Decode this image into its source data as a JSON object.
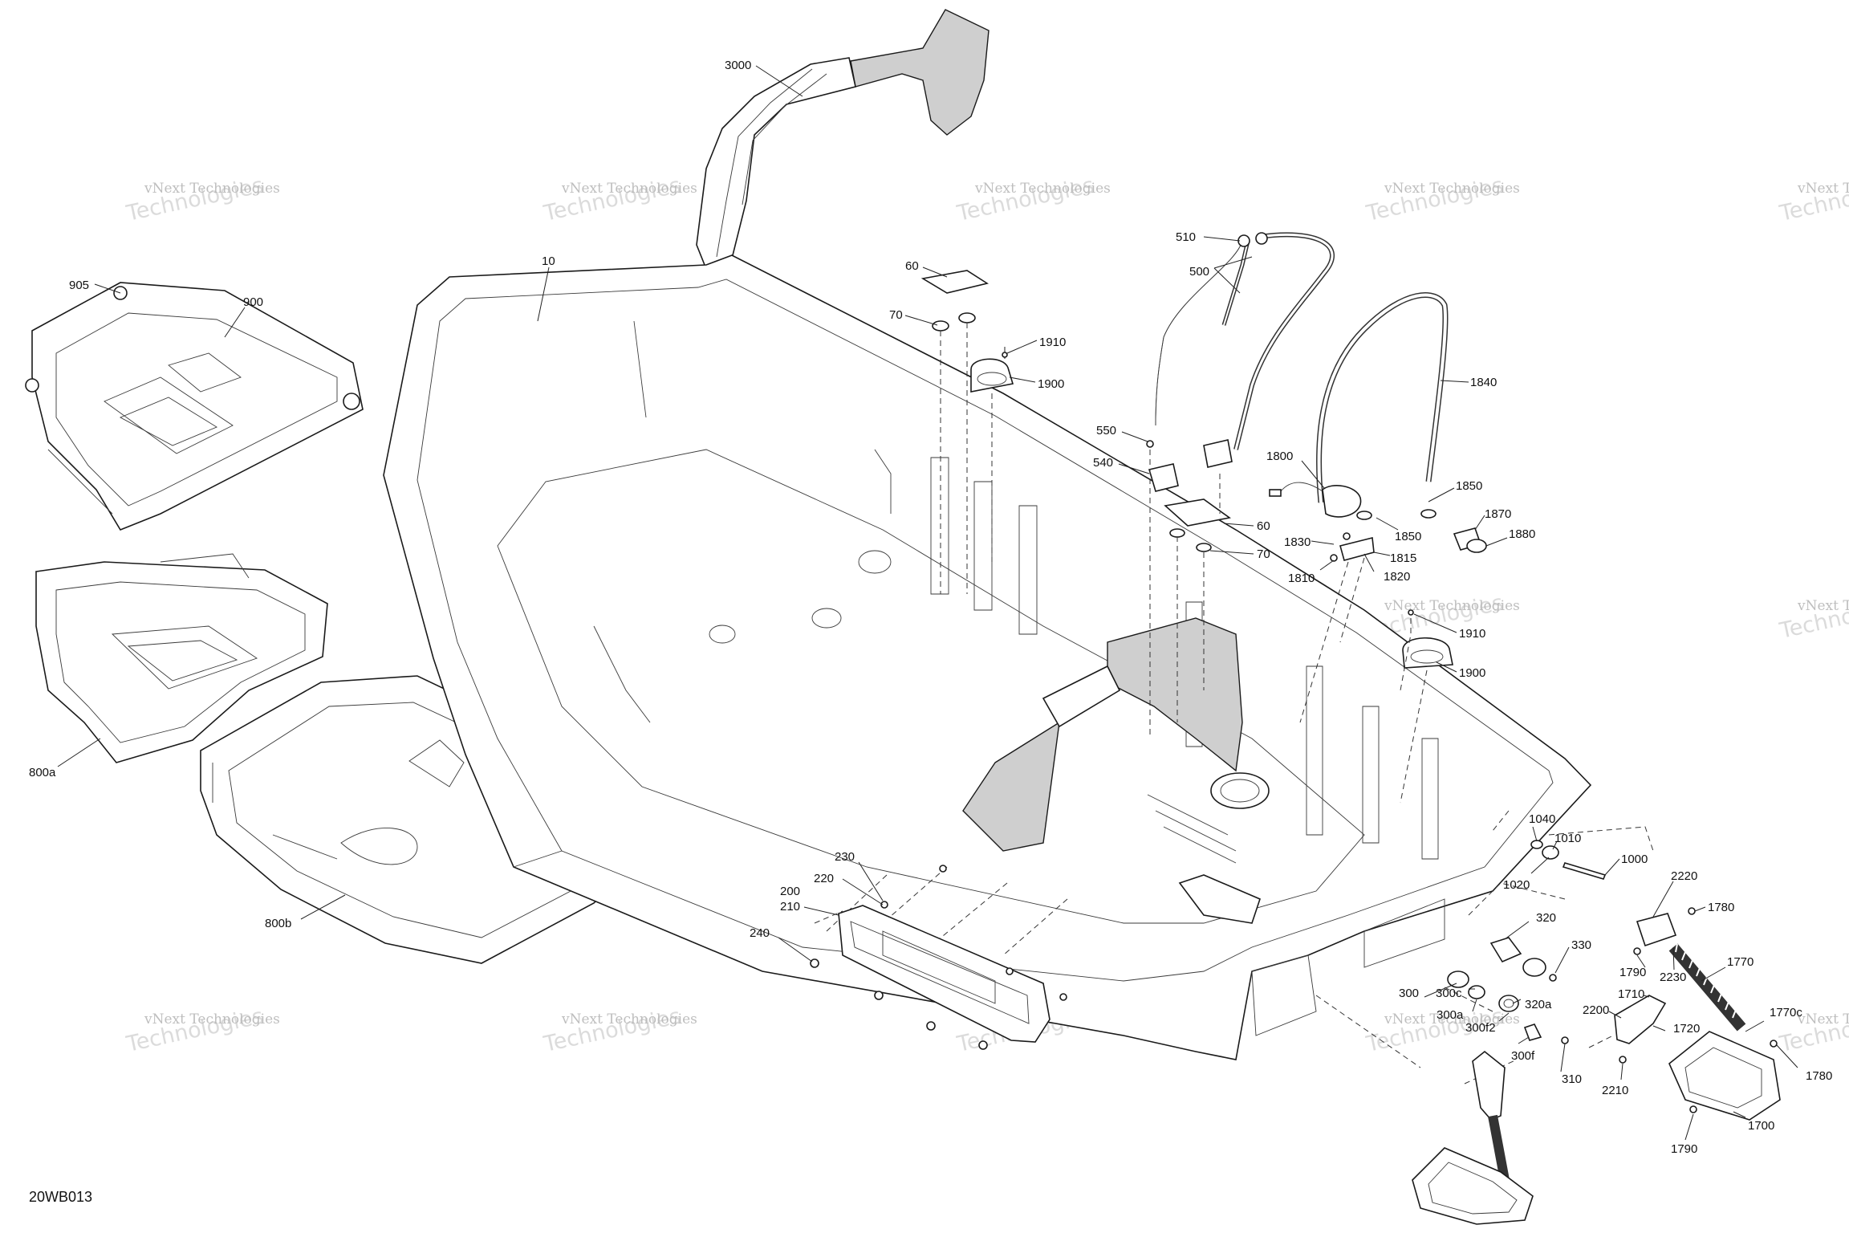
{
  "diagram": {
    "drawing_code": "20WB013",
    "watermark": {
      "line1": "vNext Technologies",
      "line2": "Technologies",
      "overlay": "vNext"
    },
    "labels": [
      {
        "id": "l-3000",
        "text": "3000"
      },
      {
        "id": "l-10",
        "text": "10"
      },
      {
        "id": "l-905",
        "text": "905"
      },
      {
        "id": "l-900",
        "text": "900"
      },
      {
        "id": "l-800a",
        "text": "800a"
      },
      {
        "id": "l-800b",
        "text": "800b"
      },
      {
        "id": "l-60a",
        "text": "60"
      },
      {
        "id": "l-70a",
        "text": "70"
      },
      {
        "id": "l-1910a",
        "text": "1910"
      },
      {
        "id": "l-1900a",
        "text": "1900"
      },
      {
        "id": "l-510",
        "text": "510"
      },
      {
        "id": "l-500",
        "text": "500"
      },
      {
        "id": "l-550",
        "text": "550"
      },
      {
        "id": "l-540",
        "text": "540"
      },
      {
        "id": "l-60b",
        "text": "60"
      },
      {
        "id": "l-70b",
        "text": "70"
      },
      {
        "id": "l-1840",
        "text": "1840"
      },
      {
        "id": "l-1800",
        "text": "1800"
      },
      {
        "id": "l-1850a",
        "text": "1850"
      },
      {
        "id": "l-1850b",
        "text": "1850"
      },
      {
        "id": "l-1870",
        "text": "1870"
      },
      {
        "id": "l-1880",
        "text": "1880"
      },
      {
        "id": "l-1830",
        "text": "1830"
      },
      {
        "id": "l-1815",
        "text": "1815"
      },
      {
        "id": "l-1810",
        "text": "1810"
      },
      {
        "id": "l-1820",
        "text": "1820"
      },
      {
        "id": "l-1910b",
        "text": "1910"
      },
      {
        "id": "l-1900b",
        "text": "1900"
      },
      {
        "id": "l-1040",
        "text": "1040"
      },
      {
        "id": "l-1010",
        "text": "1010"
      },
      {
        "id": "l-1000",
        "text": "1000"
      },
      {
        "id": "l-1020",
        "text": "1020"
      },
      {
        "id": "l-230",
        "text": "230"
      },
      {
        "id": "l-220",
        "text": "220"
      },
      {
        "id": "l-200",
        "text": "200"
      },
      {
        "id": "l-210",
        "text": "210"
      },
      {
        "id": "l-240",
        "text": "240"
      },
      {
        "id": "l-2220",
        "text": "2220"
      },
      {
        "id": "l-1780a",
        "text": "1780"
      },
      {
        "id": "l-320",
        "text": "320"
      },
      {
        "id": "l-330",
        "text": "330"
      },
      {
        "id": "l-1790a",
        "text": "1790"
      },
      {
        "id": "l-2230",
        "text": "2230"
      },
      {
        "id": "l-1770",
        "text": "1770"
      },
      {
        "id": "l-300",
        "text": "300"
      },
      {
        "id": "l-300c",
        "text": "300c"
      },
      {
        "id": "l-320a",
        "text": "320a"
      },
      {
        "id": "l-1710",
        "text": "1710"
      },
      {
        "id": "l-2200",
        "text": "2200"
      },
      {
        "id": "l-1770c",
        "text": "1770c"
      },
      {
        "id": "l-300a",
        "text": "300a"
      },
      {
        "id": "l-300f2",
        "text": "300f2"
      },
      {
        "id": "l-1720",
        "text": "1720"
      },
      {
        "id": "l-300f",
        "text": "300f"
      },
      {
        "id": "l-310",
        "text": "310"
      },
      {
        "id": "l-2210",
        "text": "2210"
      },
      {
        "id": "l-1780b",
        "text": "1780"
      },
      {
        "id": "l-1700",
        "text": "1700"
      },
      {
        "id": "l-1790b",
        "text": "1790"
      }
    ]
  }
}
